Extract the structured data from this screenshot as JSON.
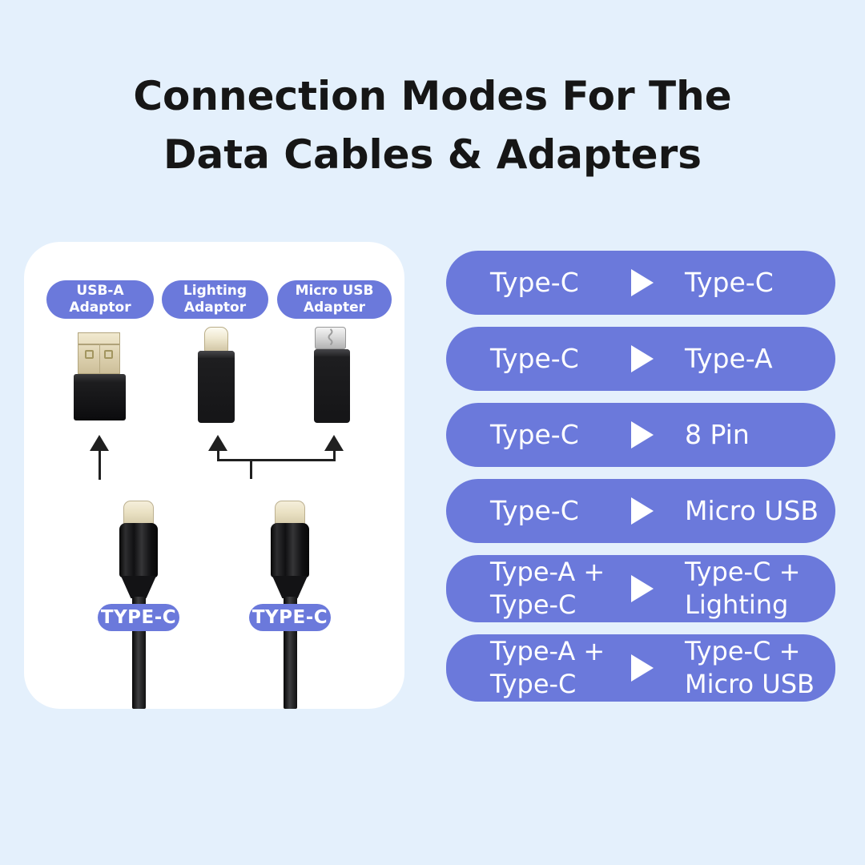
{
  "colors": {
    "background": "#E4F0FC",
    "accent_purple": "#6B79DB",
    "card": "#FFFFFF",
    "title_text": "#161616",
    "pill_text": "#FFFFFF"
  },
  "title": {
    "line1": "Connection Modes For The",
    "line2": "Data Cables & Adapters"
  },
  "product_card": {
    "adapter_labels": [
      {
        "line1": "USB-A",
        "line2": "Adaptor"
      },
      {
        "line1": "Lighting",
        "line2": "Adaptor"
      },
      {
        "line1": "Micro USB",
        "line2": "Adapter"
      }
    ],
    "cable_labels": [
      "TYPE-C",
      "TYPE-C"
    ]
  },
  "connection_modes": [
    {
      "from": [
        "Type-C"
      ],
      "to": [
        "Type-C"
      ]
    },
    {
      "from": [
        "Type-C"
      ],
      "to": [
        "Type-A"
      ]
    },
    {
      "from": [
        "Type-C"
      ],
      "to": [
        "8 Pin"
      ]
    },
    {
      "from": [
        "Type-C"
      ],
      "to": [
        "Micro USB"
      ]
    },
    {
      "from": [
        "Type-A +",
        "Type-C"
      ],
      "to": [
        "Type-C +",
        "Lighting"
      ]
    },
    {
      "from": [
        "Type-A +",
        "Type-C"
      ],
      "to": [
        "Type-C +",
        "Micro USB"
      ]
    }
  ]
}
